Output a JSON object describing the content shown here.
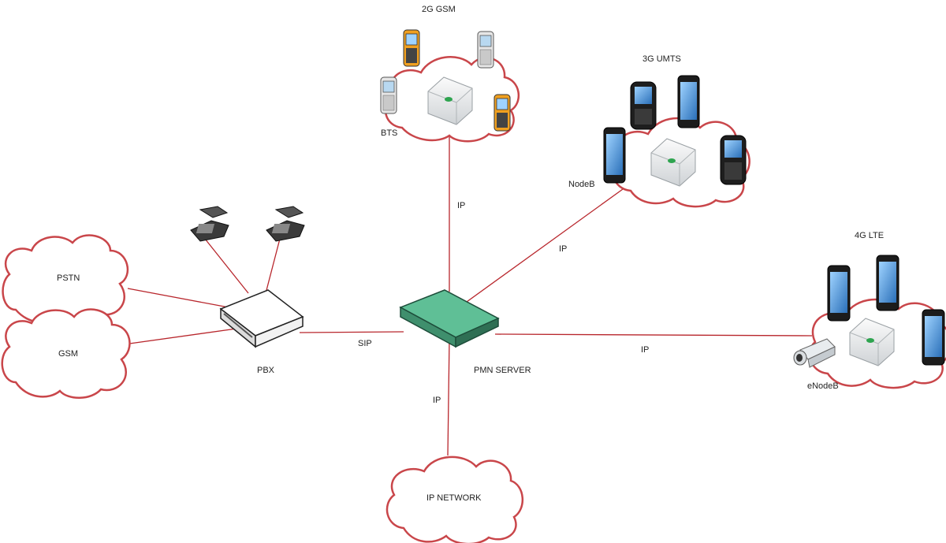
{
  "colors": {
    "link": "#b8262c",
    "cloud_outline": "#c9464a",
    "server_body": "#5fbf96",
    "pbx_body": "#ffffff",
    "basestation_led": "#2ea44f"
  },
  "nodes": {
    "gsm2g": {
      "title": "2G GSM",
      "station_label": "BTS",
      "icon": "bts-basestation-icon"
    },
    "umts3g": {
      "title": "3G UMTS",
      "station_label": "NodeB",
      "icon": "nodeb-basestation-icon"
    },
    "lte4g": {
      "title": "4G LTE",
      "station_label": "eNodeB",
      "icon": "enodeb-basestation-icon"
    },
    "pstn": {
      "label": "PSTN"
    },
    "gsm": {
      "label": "GSM"
    },
    "pbx": {
      "label": "PBX",
      "icon": "pbx-device-icon"
    },
    "server": {
      "label": "PMN SERVER",
      "icon": "pmn-server-icon"
    },
    "ipnet": {
      "label": "IP NETWORK"
    }
  },
  "links": {
    "server_to_bts": "IP",
    "server_to_nodeb": "IP",
    "server_to_enodeb": "IP",
    "pbx_to_server": "SIP",
    "server_to_ipnet": "IP"
  }
}
